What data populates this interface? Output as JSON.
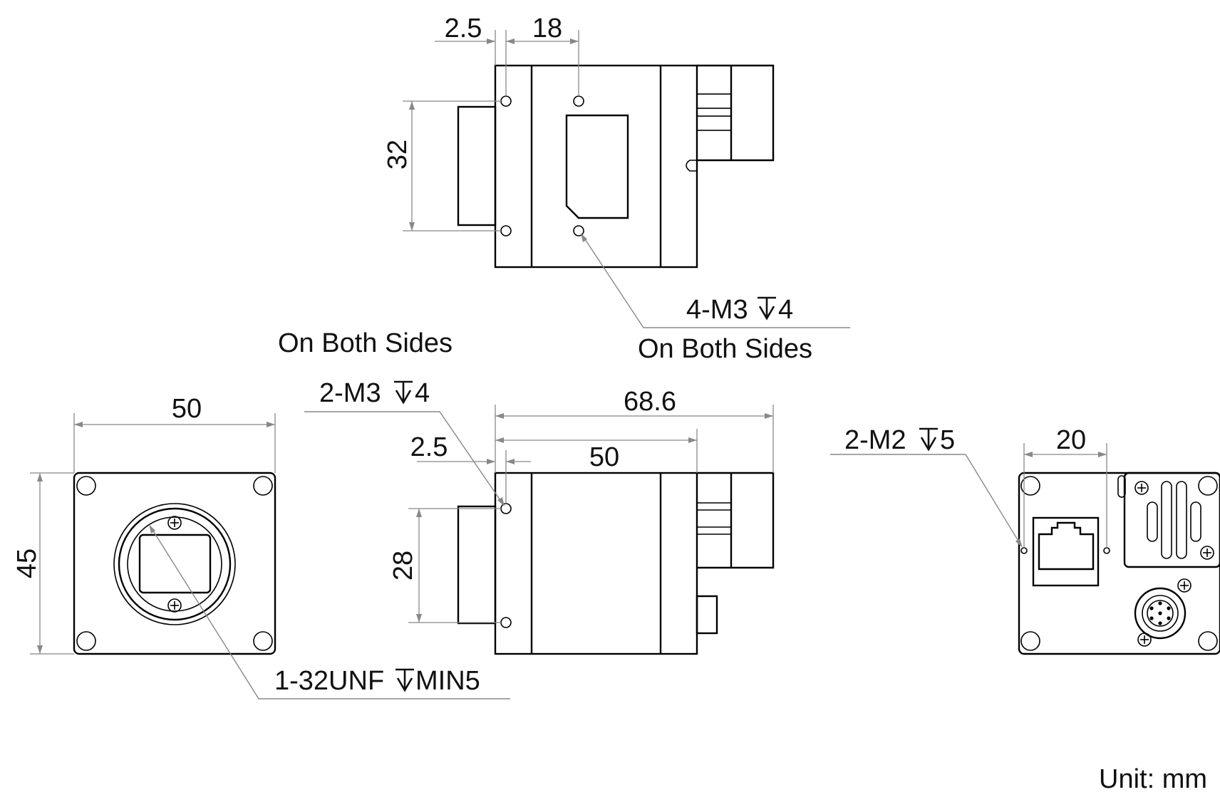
{
  "views": {
    "top": {
      "dim_offset": "2.5",
      "dim_hole_pitch_x": "18",
      "dim_hole_pitch_y": "32",
      "callout_holes": "4-M3",
      "callout_holes_depth": "4",
      "callout_holes_note": "On Both Sides"
    },
    "front": {
      "dim_width": "50",
      "dim_height": "45",
      "callout_mount": "1-32UNF",
      "callout_mount_depth": "MIN5"
    },
    "side": {
      "side_note": "On Both Sides",
      "callout_holes": "2-M3",
      "callout_holes_depth": "4",
      "dim_length_total": "68.6",
      "dim_length_body": "50",
      "dim_offset": "2.5",
      "dim_hole_pitch": "28"
    },
    "rear": {
      "callout_holes": "2-M2",
      "callout_holes_depth": "5",
      "dim_hole_pitch": "20"
    }
  },
  "unit_label": "Unit: mm",
  "colors": {
    "outline": "#000000",
    "dimension": "#888888",
    "text": "#111111"
  }
}
